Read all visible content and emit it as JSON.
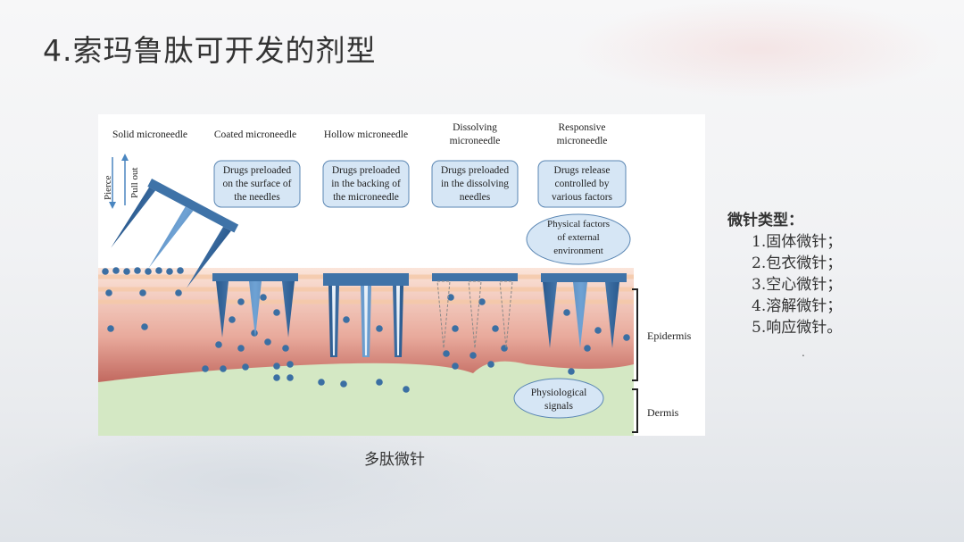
{
  "title": "4.索玛鲁肽可开发的剂型",
  "figure": {
    "columns": [
      "Solid microneedle",
      "Coated microneedle",
      "Hollow microneedle",
      [
        "Dissolving",
        "microneedle"
      ],
      [
        "Responsive",
        "microneedle"
      ]
    ],
    "arrows": {
      "pierce": "Pierce",
      "pull_out": "Pull out"
    },
    "boxes": [
      [
        "Drugs preloaded",
        "on the surface of",
        "the needles"
      ],
      [
        "Drugs preloaded",
        "in the backing of",
        "the microneedle"
      ],
      [
        "Drugs preloaded",
        "in the dissolving",
        "needles"
      ],
      [
        "Drugs release",
        "controlled by",
        "various factors"
      ]
    ],
    "cloud_physical": [
      "Physical factors",
      "of external",
      "environment"
    ],
    "cloud_physiological": [
      "Physiological",
      "signals"
    ],
    "layers": {
      "epidermis": "Epidermis",
      "dermis": "Dermis"
    }
  },
  "caption": "多肽微针",
  "side": {
    "heading": "微针类型：",
    "items": [
      "1.固体微针；",
      "2.包衣微针；",
      "3.空心微针；",
      "4.溶解微针；",
      "5.响应微针。"
    ],
    "trailing": "."
  },
  "colors": {
    "needle": "#3f73a8",
    "box": "#d6e6f5",
    "epidermis": "#c7736a",
    "dermis": "#cfe6bf"
  }
}
